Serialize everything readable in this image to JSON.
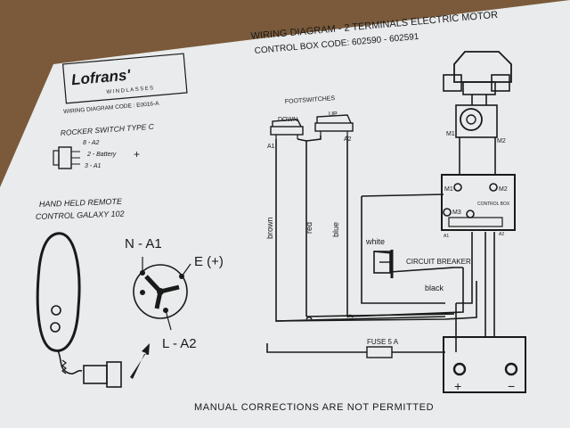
{
  "colors": {
    "table": "#7a5a3a",
    "paper": "#e9ebec",
    "ink": "#1a1a1a"
  },
  "header": {
    "title": "WIRING DIAGRAM - 2 TERMINALS ELECTRIC MOTOR",
    "subtitle": "CONTROL BOX CODE: 602590 - 602591"
  },
  "logo": {
    "brand": "Lofrans'",
    "tagline": "WINDLASSES",
    "code": "WIRING DIAGRAM CODE : E0016-A"
  },
  "rocker": {
    "title": "ROCKER SWITCH TYPE C",
    "line1": "8 - A2",
    "line2": "2 - Battery",
    "line3": "3 - A1",
    "plus": "+"
  },
  "remote": {
    "title1": "HAND HELD REMOTE",
    "title2": "CONTROL GALAXY 102",
    "n_label": "N - A1",
    "e_label": "E (+)",
    "l_label": "L - A2"
  },
  "footswitches": {
    "title": "FOOTSWITCHES",
    "down": "DOWN",
    "up": "UP",
    "a1": "A1",
    "a2": "A2"
  },
  "wires": {
    "brown": "brown",
    "red": "red",
    "blue": "blue",
    "white": "white",
    "black": "black"
  },
  "motor": {
    "m1": "M1",
    "m2": "M2"
  },
  "control_box": {
    "m1": "M1",
    "m2": "M2",
    "m3": "M3",
    "title": "CONTROL BOX",
    "a1": "A1",
    "a2": "A2"
  },
  "breaker": {
    "label": "CIRCUIT BREAKER"
  },
  "fuse": {
    "label": "FUSE 5 A"
  },
  "battery": {
    "plus": "+",
    "minus": "−"
  },
  "footer": {
    "note": "MANUAL CORRECTIONS ARE NOT PERMITTED"
  }
}
